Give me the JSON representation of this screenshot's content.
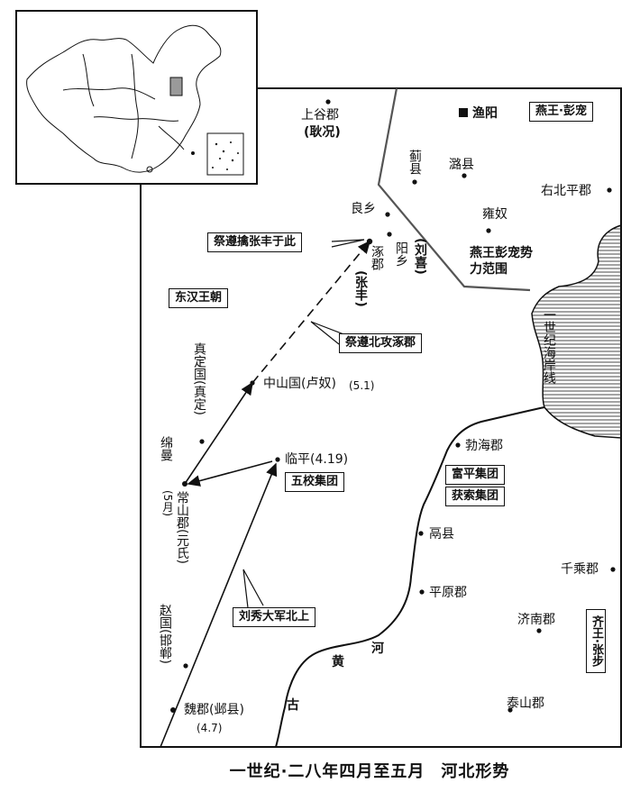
{
  "title": "一世纪·二八年四月至五月",
  "title_region": "河北形势",
  "places": {
    "shanggu": "上谷郡",
    "shanggu_ruler": "(耿况)",
    "yuyang": "渔阳",
    "jixian": "蓟县",
    "luxian": "潞县",
    "youbeiping": "右北平郡",
    "yongnu": "雍奴",
    "liangxiang": "良乡",
    "zhuojun": "涿郡",
    "yangxiang": "阳乡",
    "zhongshan": "中山国(卢奴)",
    "zhongshan_date": "(5.1)",
    "zhending": "真定国(真定)",
    "mianman": "绵曼",
    "changshan": "常山郡(元氏)",
    "changshan_date": "(5月)",
    "linping": "临平(4.19)",
    "bohai": "勃海郡",
    "gexian": "鬲县",
    "pingyuan": "平原郡",
    "qiancheng": "千乘郡",
    "jinan": "济南郡",
    "taishan": "泰山郡",
    "zhaoguo": "赵国(邯郸)",
    "weijun": "魏郡(邺县)",
    "weijun_date": "(4.7)"
  },
  "persons": {
    "liuxi": "(刘喜)",
    "zhangfeng": "(张丰)"
  },
  "regions": {
    "yan_scope": "燕王彭宠势力范围",
    "coastline": "一世纪海岸线",
    "river_1": "古",
    "river_2": "黄",
    "river_3": "河"
  },
  "boxes": {
    "yanwang": "燕王·彭宠",
    "donghan": "东汉王朝",
    "jizun_capture": "祭遵擒张丰于此",
    "jizun_attack": "祭遵北攻涿郡",
    "wuxiao": "五校集团",
    "fuping": "富平集团",
    "huosuo": "获索集团",
    "qiwang": "齐王·张步",
    "liuxiu": "刘秀大军北上"
  },
  "legend": {
    "capital_marker": "square"
  },
  "colors": {
    "ink": "#111111",
    "inset_highlight": "#9a9a9a"
  }
}
